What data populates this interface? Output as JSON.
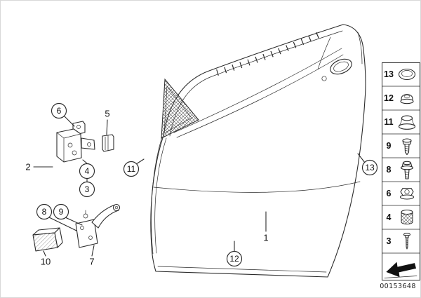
{
  "callouts": {
    "c1": "1",
    "c2": "2",
    "c3": "3",
    "c4": "4",
    "c5": "5",
    "c6": "6",
    "c7": "7",
    "c8": "8",
    "c9": "9",
    "c10": "10",
    "c11": "11",
    "c12": "12",
    "c13": "13"
  },
  "sidebar": {
    "items": [
      {
        "label": "13",
        "icon": "dome-plug-icon"
      },
      {
        "label": "12",
        "icon": "cap-nut-icon"
      },
      {
        "label": "11",
        "icon": "blind-plug-icon"
      },
      {
        "label": "9",
        "icon": "torx-screw-icon"
      },
      {
        "label": "8",
        "icon": "hex-bolt-icon"
      },
      {
        "label": "6",
        "icon": "flange-nut-icon"
      },
      {
        "label": "4",
        "icon": "foam-insert-icon"
      },
      {
        "label": "3",
        "icon": "long-screw-icon"
      }
    ],
    "direction_arrow": "front-direction-arrow"
  },
  "footer": {
    "part_number": "00153648"
  },
  "colors": {
    "line": "#2b2b2b",
    "background": "#ffffff",
    "border": "#d8d8d8"
  }
}
